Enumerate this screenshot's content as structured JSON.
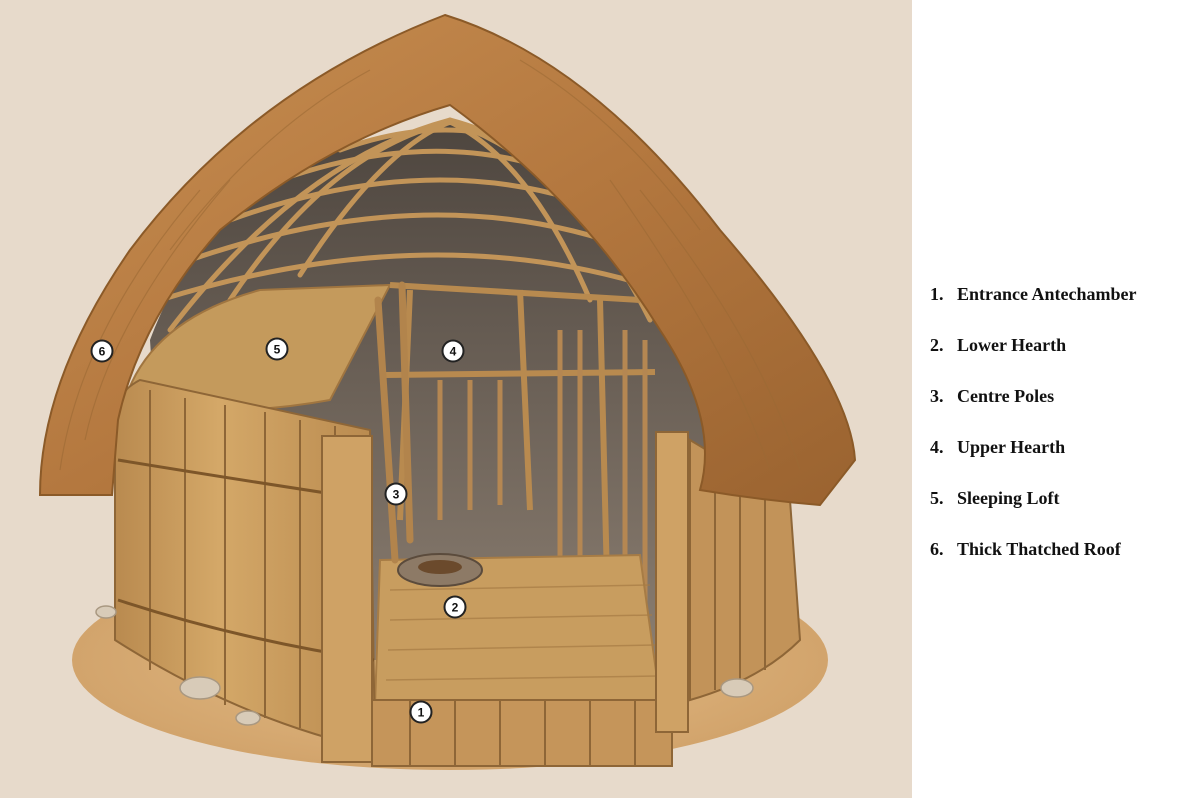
{
  "diagram": {
    "subject": "Cutaway view of a thatched round house",
    "markers": [
      {
        "id": "marker-1",
        "number": "1"
      },
      {
        "id": "marker-2",
        "number": "2"
      },
      {
        "id": "marker-3",
        "number": "3"
      },
      {
        "id": "marker-4",
        "number": "4"
      },
      {
        "id": "marker-5",
        "number": "5"
      },
      {
        "id": "marker-6",
        "number": "6"
      }
    ]
  },
  "legend": {
    "items": [
      {
        "number": "1.",
        "label": "Entrance Antechamber"
      },
      {
        "number": "2.",
        "label": "Lower Hearth"
      },
      {
        "number": "3.",
        "label": "Centre Poles"
      },
      {
        "number": "4.",
        "label": "Upper Hearth"
      },
      {
        "number": "5.",
        "label": "Sleeping Loft"
      },
      {
        "number": "6.",
        "label": "Thick Thatched Roof"
      }
    ]
  },
  "colors": {
    "background": "#e7dacb",
    "thatch": "#b4783f",
    "wood": "#c9995a",
    "interior_shadow": "#6d6259",
    "ground": "#dcb07a"
  }
}
